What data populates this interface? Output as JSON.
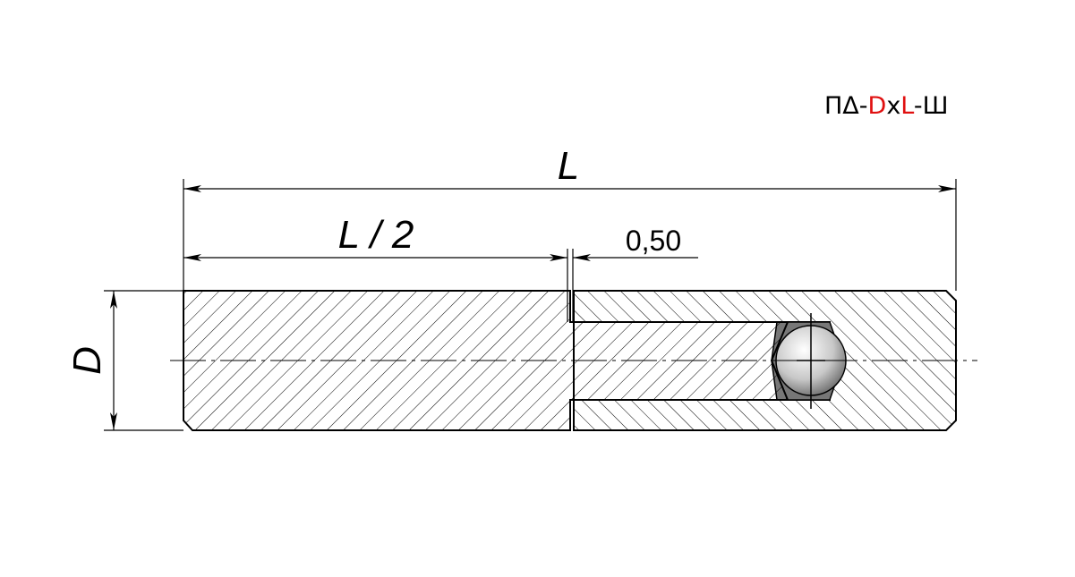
{
  "designation": {
    "parts": [
      {
        "text": "ПΔ-",
        "color": "#000000"
      },
      {
        "text": "D",
        "color": "#e01010"
      },
      {
        "text": "x",
        "color": "#000000"
      },
      {
        "text": "L",
        "color": "#e01010"
      },
      {
        "text": "-Ш",
        "color": "#000000"
      }
    ]
  },
  "dimensions": {
    "length": "L",
    "half_length": "L / 2",
    "gap": "0,50",
    "diameter": "D"
  },
  "colors": {
    "line": "#000000",
    "accent": "#e01010"
  }
}
